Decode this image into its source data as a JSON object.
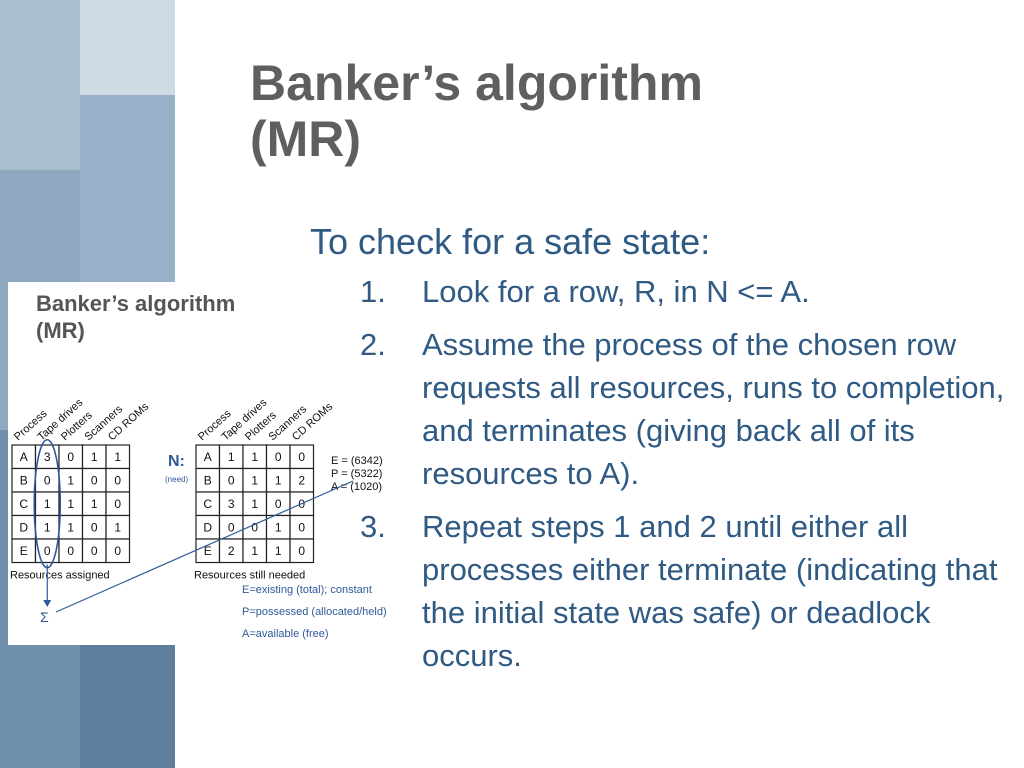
{
  "slide": {
    "title_lines": [
      "Banker’s algorithm",
      "(MR)"
    ],
    "lead": "To check for a safe state:",
    "steps": [
      {
        "num": "1.",
        "text": "Look for a row, R, in N <= A."
      },
      {
        "num": "2.",
        "text": "Assume the process of the chosen row requests all resources, runs to completion, and terminates (giving back all of its resources to A)."
      },
      {
        "num": "3.",
        "text": "Repeat steps 1 and 2 until either all processes either terminate (indicating that the initial state was safe) or deadlock occurs."
      }
    ]
  },
  "thumbnail": {
    "title_lines": [
      "Banker’s algorithm",
      "(MR)"
    ],
    "headers": [
      "Process",
      "Tape drives",
      "Plotters",
      "Scanners",
      "CD ROMs"
    ],
    "assigned": {
      "caption": "Resources assigned",
      "rows": [
        [
          "A",
          "3",
          "0",
          "1",
          "1"
        ],
        [
          "B",
          "0",
          "1",
          "0",
          "0"
        ],
        [
          "C",
          "1",
          "1",
          "1",
          "0"
        ],
        [
          "D",
          "1",
          "1",
          "0",
          "1"
        ],
        [
          "E",
          "0",
          "0",
          "0",
          "0"
        ]
      ]
    },
    "needed": {
      "label": "N:",
      "sublabel": "(need)",
      "caption": "Resources still needed",
      "rows": [
        [
          "A",
          "1",
          "1",
          "0",
          "0"
        ],
        [
          "B",
          "0",
          "1",
          "1",
          "2"
        ],
        [
          "C",
          "3",
          "1",
          "0",
          "0"
        ],
        [
          "D",
          "0",
          "0",
          "1",
          "0"
        ],
        [
          "E",
          "2",
          "1",
          "1",
          "0"
        ]
      ]
    },
    "vectors": [
      "E = (6342)",
      "P = (5322)",
      "A = (1020)"
    ],
    "sum_symbol": "Σ",
    "legend": [
      "E=existing (total); constant",
      "P=possessed (allocated/held)",
      "A=available (free)"
    ],
    "colors": {
      "label_blue": "#2f5a9a",
      "matrix_text": "#111111",
      "title_gray": "#555555"
    }
  }
}
